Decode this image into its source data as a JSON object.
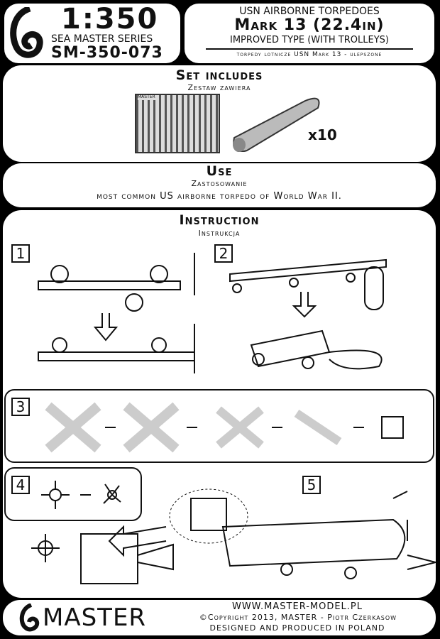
{
  "header": {
    "scale": "1:350",
    "series": "SEA MASTER SERIES",
    "code": "SM-350-073",
    "title_line1": "USN AIRBORNE TORPEDOES",
    "title_line2": "Mark 13 (22.4in)",
    "title_line3": "IMPROVED TYPE (WITH TROLLEYS)",
    "subtitle_pl": "torpedy lotnicze USN Mark 13 - ulepszone"
  },
  "set": {
    "heading": "Set includes",
    "heading_pl": "Zestaw zawiera",
    "fret_label": "MASTER",
    "quantity": "x10"
  },
  "use": {
    "heading": "Use",
    "heading_pl": "Zastosowanie",
    "text": "most common US airborne torpedo of World War II."
  },
  "instruction": {
    "heading": "Instruction",
    "heading_pl": "Instrukcja",
    "steps": [
      "1",
      "2",
      "3",
      "4",
      "5"
    ]
  },
  "footer": {
    "brand": "MASTER",
    "url": "WWW.MASTER-MODEL.PL",
    "copyright": "©Copyright 2013, MASTER - Piotr Czerkasow",
    "made": "DESIGNED AND PRODUCED IN POLAND"
  }
}
